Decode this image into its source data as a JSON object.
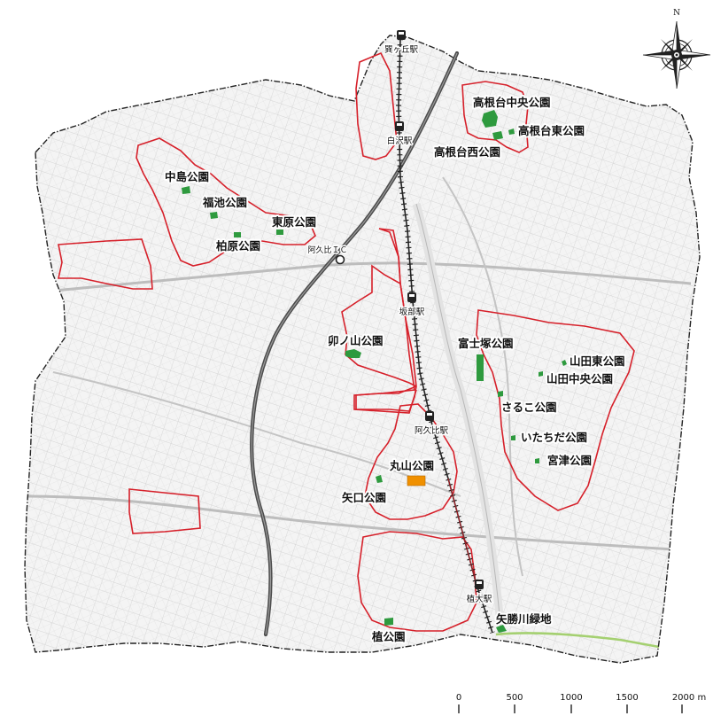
{
  "colors": {
    "city_border": "#222222",
    "district_border": "#d6202a",
    "park_green": "#2e9a3e",
    "park_highlight": "#f09000",
    "expressway": "#555555",
    "railway": "#222222",
    "street_grid": "#c6c6c6",
    "green_belt": "#a4d070"
  },
  "compass": {
    "north_label": "N",
    "icon": "compass-rose-icon"
  },
  "stations": [
    {
      "key": "kogagaoka",
      "label": "巽ヶ丘駅"
    },
    {
      "key": "shirasawa",
      "label": "白沢駅"
    },
    {
      "key": "sakabe",
      "label": "坂部駅"
    },
    {
      "key": "agui",
      "label": "阿久比駅"
    },
    {
      "key": "uedai",
      "label": "植大駅"
    }
  ],
  "interchange": {
    "label": "阿久比ＩＣ"
  },
  "parks": [
    {
      "key": "takanedai-chuo",
      "label": "高根台中央公園"
    },
    {
      "key": "takanedai-higashi",
      "label": "高根台東公園"
    },
    {
      "key": "takanedai-nishi",
      "label": "高根台西公園"
    },
    {
      "key": "nakajima",
      "label": "中島公園"
    },
    {
      "key": "fukuike",
      "label": "福池公園"
    },
    {
      "key": "higashihara",
      "label": "東原公園"
    },
    {
      "key": "kashiwabara",
      "label": "柏原公園"
    },
    {
      "key": "unoyama",
      "label": "卯ノ山公園"
    },
    {
      "key": "fujitsuka",
      "label": "富士塚公園"
    },
    {
      "key": "yamada-higashi",
      "label": "山田東公園"
    },
    {
      "key": "yamada-chuo",
      "label": "山田中央公園"
    },
    {
      "key": "sarukko",
      "label": "さるこ公園"
    },
    {
      "key": "itachida",
      "label": "いたちだ公園"
    },
    {
      "key": "miyatsu",
      "label": "宮津公園"
    },
    {
      "key": "maruyama",
      "label": "丸山公園"
    },
    {
      "key": "yaguchi",
      "label": "矢口公園"
    },
    {
      "key": "ue",
      "label": "植公園"
    },
    {
      "key": "yakachigawa",
      "label": "矢勝川緑地"
    }
  ],
  "scale_bar": {
    "ticks": [
      "0",
      "500",
      "1000",
      "1500",
      "2000 m"
    ]
  }
}
